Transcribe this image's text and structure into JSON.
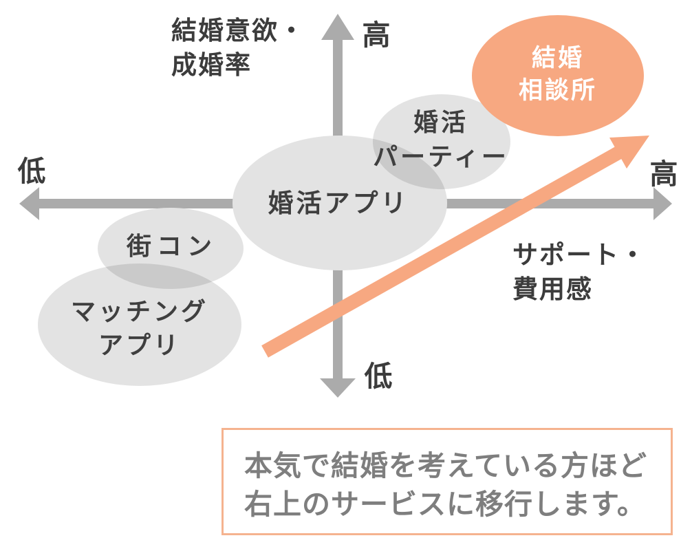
{
  "diagram": {
    "y_axis": {
      "title_line1": "結婚意欲・",
      "title_line2": "成婚率",
      "top_label": "高",
      "bottom_label": "低"
    },
    "x_axis": {
      "title_line1": "サポート・",
      "title_line2": "費用感",
      "left_label": "低",
      "right_label": "高"
    },
    "bubbles": [
      {
        "name": "kekkon-soudansho",
        "line1": "結婚",
        "line2": "相談所",
        "highlighted": true
      },
      {
        "name": "konkatsu-party",
        "line1": "婚活",
        "line2": "パーティー",
        "highlighted": false
      },
      {
        "name": "konkatsu-app",
        "line1": "婚活アプリ",
        "highlighted": false
      },
      {
        "name": "machikon",
        "line1": "街コン",
        "highlighted": false
      },
      {
        "name": "matching-app",
        "line1": "マッチング",
        "line2": "アプリ",
        "highlighted": false
      }
    ]
  },
  "callout": {
    "line1": "本気で結婚を考えている方ほど",
    "line2": "右上のサービスに移行します。"
  },
  "colors": {
    "accent_orange": "#F7A881",
    "callout_border": "#F5B38F",
    "axis_gray": "#ABABAB",
    "bubble_gray": "#E3E3E3",
    "bubble_overlap_gray": "#CBCBCB",
    "label_text": "#3C3C3C",
    "callout_text": "#7E7E7E",
    "highlight_bubble_text": "#FFFFFF"
  }
}
